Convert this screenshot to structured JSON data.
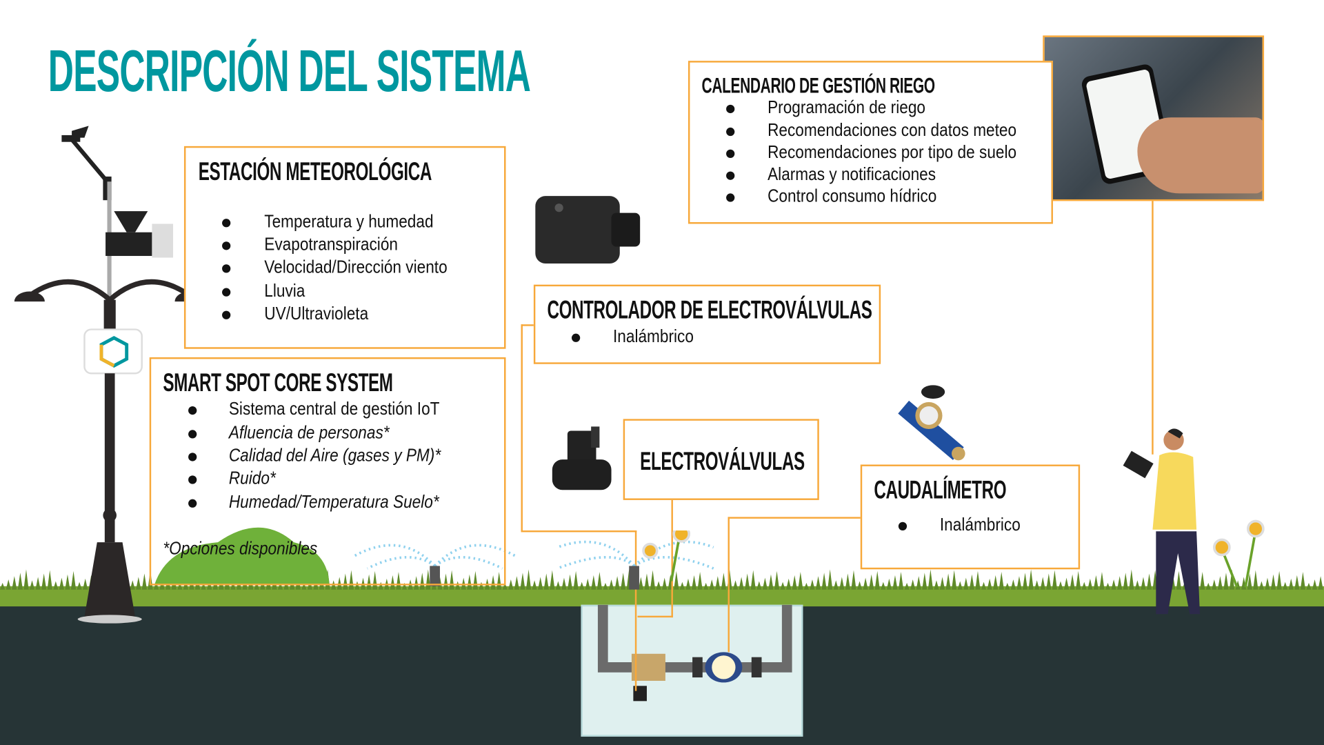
{
  "title": "DESCRIPCIÓN DEL SISTEMA",
  "estacion": {
    "heading": "ESTACIÓN METEOROLÓGICA",
    "items": [
      "Temperatura y humedad",
      "Evapotranspiración",
      "Velocidad/Dirección viento",
      "Lluvia",
      "UV/Ultravioleta"
    ]
  },
  "smartspot": {
    "heading": "SMART SPOT CORE SYSTEM",
    "items": [
      "Sistema central de gestión IoT",
      "Afluencia de personas*",
      "Calidad del Aire (gases y PM)*",
      "Ruido*",
      "Humedad/Temperatura Suelo*"
    ],
    "note": "*Opciones disponibles"
  },
  "calendario": {
    "heading": "CALENDARIO DE GESTIÓN RIEGO",
    "items": [
      "Programación de riego",
      "Recomendaciones con datos meteo",
      "Recomendaciones por tipo de suelo",
      "Alarmas y notificaciones",
      "Control consumo hídrico"
    ]
  },
  "controlador": {
    "heading": "CONTROLADOR DE ELECTROVÁLVULAS",
    "items": [
      "Inalámbrico"
    ]
  },
  "electrovalvulas": {
    "heading": "ELECTROVÁLVULAS"
  },
  "caudalimetro": {
    "heading": "CAUDALÍMETRO",
    "items": [
      "Inalámbrico"
    ]
  },
  "colors": {
    "accent": "#00979f",
    "border": "#f7a83a",
    "grass": "#7aa533",
    "ground": "#263436"
  }
}
